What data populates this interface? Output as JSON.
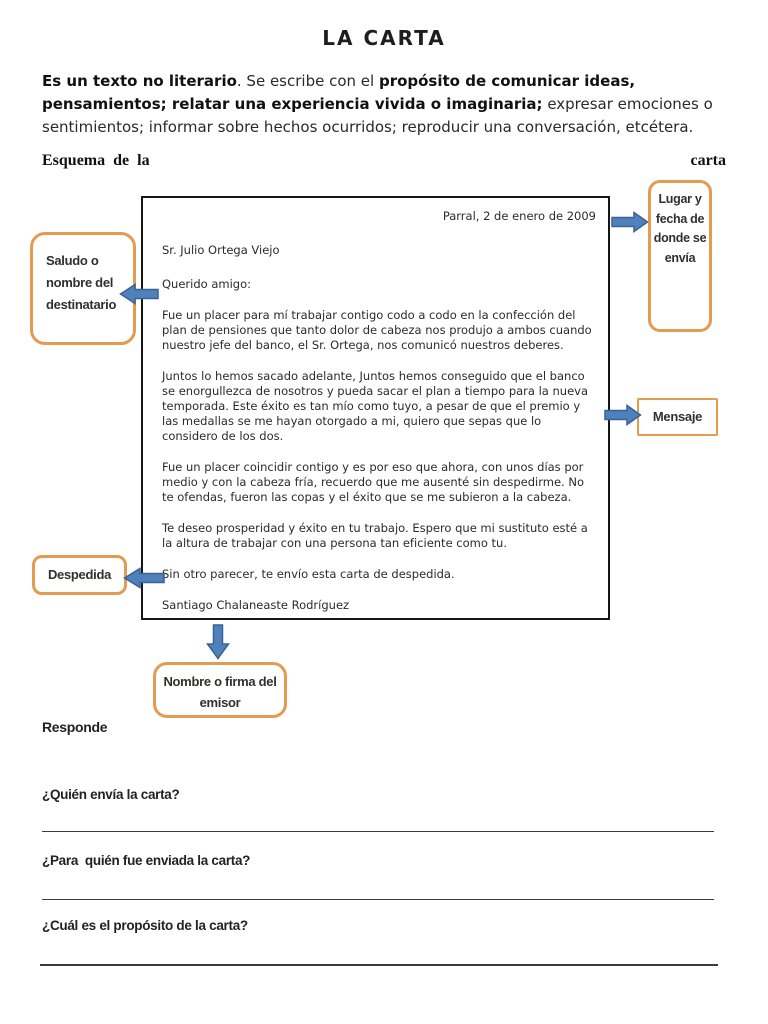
{
  "title": "LA CARTA",
  "intro": {
    "b1": "Es un texto no literario",
    "r1": ". Se escribe con el ",
    "b2": "propósito de comunicar ideas, pensamientos; relatar una experiencia vivida o imaginaria;",
    "r2": " expresar emociones o sentimientos; informar sobre hechos ocurridos; reproducir una conversación, etcétera."
  },
  "schema": {
    "left": "Esquema  de  la",
    "right": "carta"
  },
  "letter": {
    "date": "Parral, 2 de enero de 2009",
    "recipient": "Sr. Julio Ortega Viejo",
    "salutation": "Querido amigo:",
    "paragraphs": [
      "Fue un placer para mí trabajar contigo codo a codo en la confección del plan de pensiones que tanto dolor de cabeza nos produjo a ambos cuando nuestro jefe del banco, el Sr. Ortega, nos comunicó nuestros deberes.",
      "Juntos lo hemos sacado adelante, Juntos hemos conseguido que el banco se enorgullezca de nosotros y pueda sacar el plan a tiempo para la nueva temporada. Este éxito es tan mío como tuyo, a pesar de que el premio y las medallas se me hayan otorgado a mi, quiero que sepas que lo considero de los dos.",
      "Fue un placer coincidir contigo y es por eso que ahora, con unos días por medio y con la cabeza fría, recuerdo que me ausenté sin despedirme. No te ofendas, fueron las copas y el éxito que se me subieron a la cabeza.",
      "Te deseo prosperidad y éxito en tu trabajo. Espero que mi sustituto esté a la altura de trabajar con una persona tan eficiente como tu."
    ],
    "farewell": "Sin otro parecer, te envío esta carta de despedida.",
    "signature": "Santiago Chalaneaste Rodríguez"
  },
  "callouts": {
    "saludo": "Saludo o nombre del destinatario",
    "lugar": "Lugar y fecha de donde se envía",
    "mensaje": "Mensaje",
    "despedida": "Despedida",
    "firma": "Nombre o firma del emisor"
  },
  "responde": {
    "heading": "Responde",
    "questions": [
      "¿Quién envía la carta?",
      "¿Para  quién fue enviada la carta?",
      "¿Cuál es el propósito de la carta?"
    ],
    "answer_line": "________________________________________________________________________________________________________________________"
  },
  "colors": {
    "callout_border": "#E59A52",
    "arrow_fill": "#4F81BD",
    "arrow_stroke": "#3A6294",
    "letter_border": "#161616"
  }
}
